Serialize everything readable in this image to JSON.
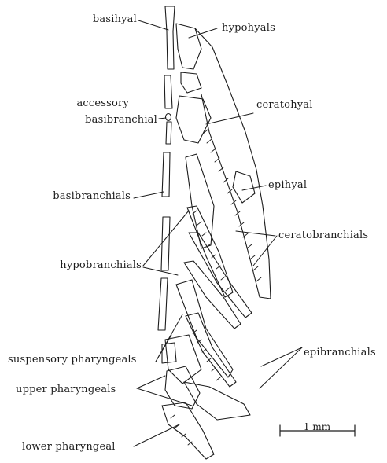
{
  "labels": {
    "basihyal": "basihyal",
    "hypohyals": "hypohyals",
    "accessory": "accessory",
    "accessory_basibranchial": "basibranchial",
    "ceratohyal": "ceratohyal",
    "epihyal": "epihyal",
    "basibranchials": "basibranchials",
    "ceratobranchials": "ceratobranchials",
    "hypobranchials": "hypobranchials",
    "suspensory_pharyngeals": "suspensory pharyngeals",
    "epibranchials": "epibranchials",
    "upper_pharyngeals": "upper pharyngeals",
    "lower_pharyngeal": "lower pharyngeal"
  },
  "scale_bar": {
    "label": "1 mm"
  }
}
